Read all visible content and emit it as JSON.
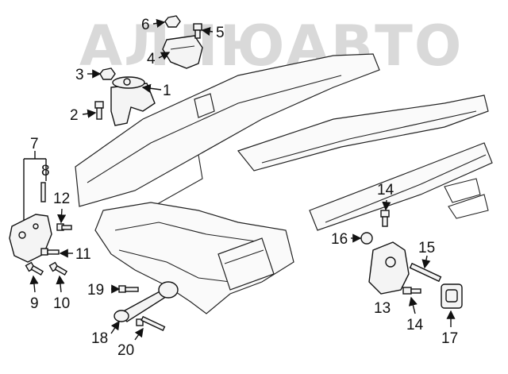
{
  "watermark": {
    "text": "АЛЛЮАВТО"
  },
  "callouts": {
    "c1": "1",
    "c2": "2",
    "c3": "3",
    "c4": "4",
    "c5": "5",
    "c6": "6",
    "c7": "7",
    "c8": "8",
    "c9": "9",
    "c10": "10",
    "c11": "11",
    "c12": "12",
    "c13": "13",
    "c14a": "14",
    "c14b": "14",
    "c15": "15",
    "c16": "16",
    "c17": "17",
    "c18": "18",
    "c19": "19",
    "c20": "20"
  }
}
